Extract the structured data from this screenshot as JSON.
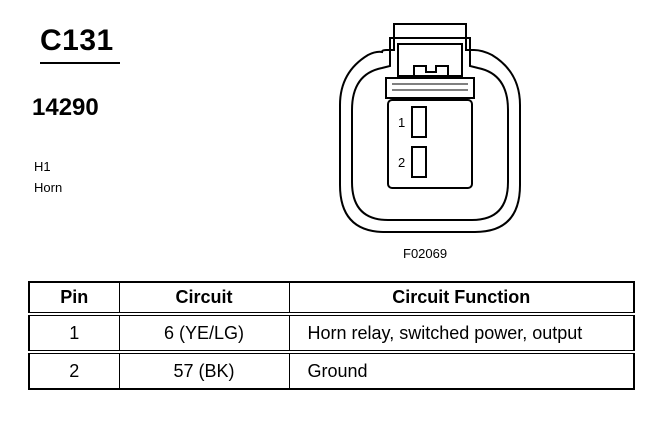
{
  "connector": {
    "id": "C131",
    "part_number": "14290",
    "location_code": "H1",
    "location_name": "Horn",
    "figure_id": "F02069",
    "pin_labels": [
      "1",
      "2"
    ]
  },
  "table": {
    "headers": [
      "Pin",
      "Circuit",
      "Circuit Function"
    ],
    "rows": [
      {
        "pin": "1",
        "circuit": "6 (YE/LG)",
        "function": "Horn relay, switched power, output"
      },
      {
        "pin": "2",
        "circuit": "57 (BK)",
        "function": "Ground"
      }
    ]
  }
}
